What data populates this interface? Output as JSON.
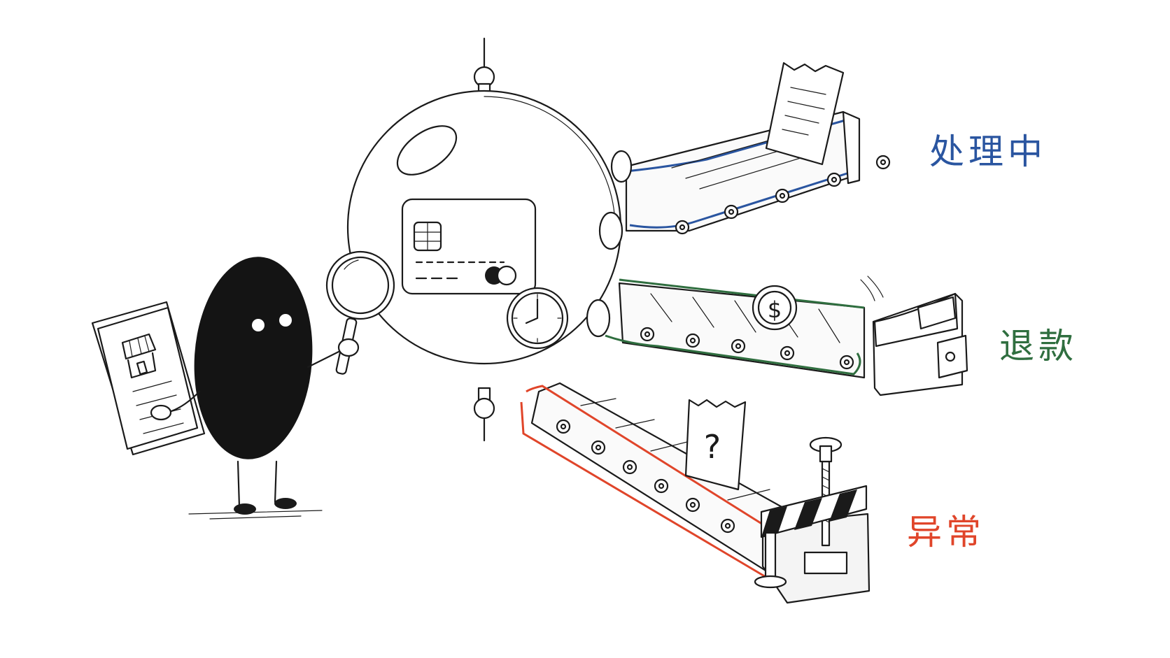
{
  "branches": [
    {
      "key": "processing",
      "label": "处理中",
      "color": "#2a55a0",
      "item": "receipt"
    },
    {
      "key": "refund",
      "label": "退款",
      "color": "#2f6e3f",
      "item": "coin"
    },
    {
      "key": "exception",
      "label": "异常",
      "color": "#e0452a",
      "item": "question-receipt"
    }
  ],
  "icons": {
    "coin_symbol": "$",
    "question_symbol": "?"
  }
}
